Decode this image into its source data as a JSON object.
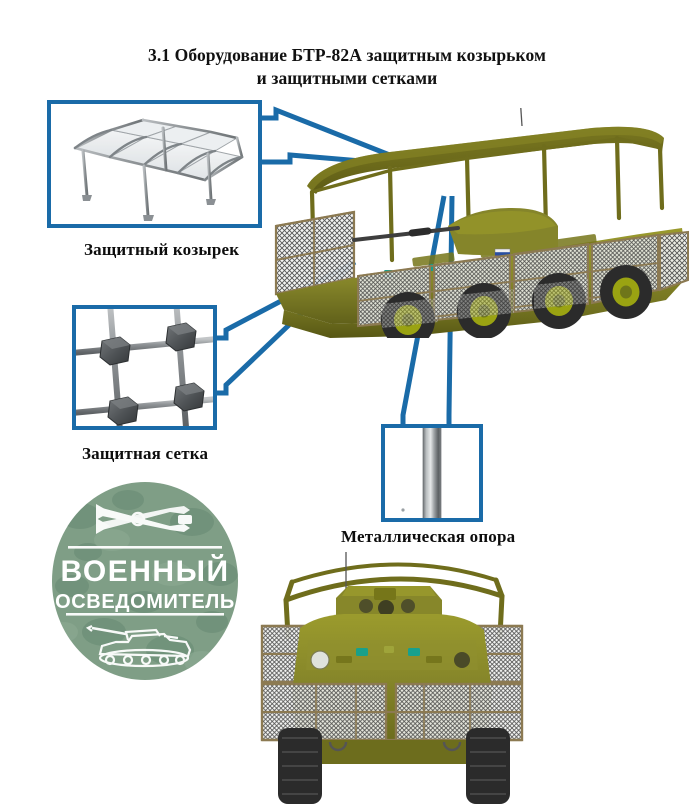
{
  "page": {
    "title_line1": "3.1 Оборудование БТР-82А защитным козырьком",
    "title_line2": "и защитными сетками",
    "background": "#ffffff"
  },
  "colors": {
    "leader_blue": "#1a6ba8",
    "inset_border": "#1a6ba8",
    "canopy_olive": "#6f6d1c",
    "hull_olive": "#8a8a27",
    "hull_olive_dark": "#6a6a18",
    "tire_dark": "#2c2c2c",
    "wheel_hub": "#9aa312",
    "cage_frame": "#8c7a52",
    "mesh_line": "#3a3a3a",
    "steel_gray": "#8d8d8d",
    "steel_dark": "#4a4a4a",
    "watermark_green": "#7f9e86",
    "watermark_text": "#ffffff",
    "title_text": "#111111"
  },
  "callouts": [
    {
      "id": "canopy",
      "label": "Защитный козырек",
      "inset_name": "canopy-frame-inset",
      "depicts": "protective canopy wireframe with arched roof bows and four support legs"
    },
    {
      "id": "mesh",
      "label": "Защитная сетка",
      "inset_name": "mesh-detail-inset",
      "depicts": "slat armour grid of crossed bars joined by dark hexagonal clamp blocks"
    },
    {
      "id": "pole",
      "label": "Металлическая опора",
      "inset_name": "metal-pole-inset",
      "depicts": "vertical polished metal support tube"
    }
  ],
  "figures": [
    {
      "id": "side-view",
      "name": "btr-82a-side-three-quarter-view",
      "description": "БТР-82А in three-quarter view fitted with overhead anti-drone canopy and side slat-armour cages",
      "wheels_visible": 4,
      "axles": 4
    },
    {
      "id": "front-view",
      "name": "btr-82a-front-view",
      "description": "БТР-82А front view showing canopy arch frame, turret and mesh cage panels",
      "wheels_visible": 2
    }
  ],
  "watermark": {
    "line1": "ВОЕННЫЙ",
    "line2": "ОСВЕДОМИТЕЛЬ",
    "top_icon": "crossed-missiles-icon",
    "bottom_icon": "tank-icon",
    "shape": "circle"
  }
}
